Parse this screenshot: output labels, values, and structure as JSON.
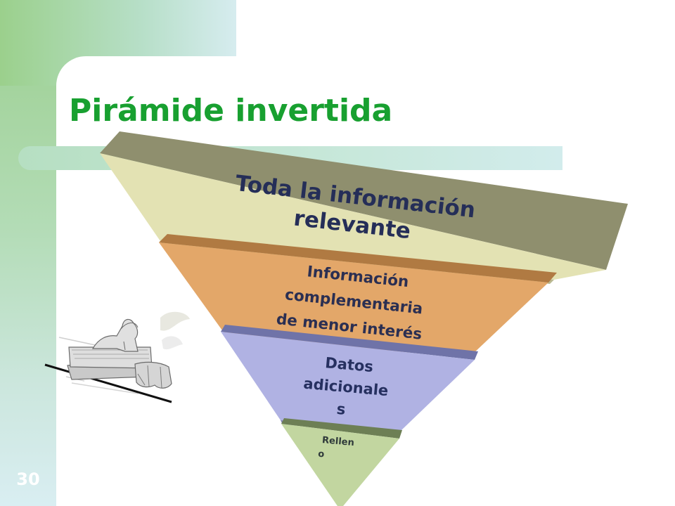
{
  "slide": {
    "title": "Pirámide invertida",
    "number": "30"
  },
  "pyramid": {
    "levels": [
      {
        "lines": [
          "Toda la información",
          "relevante"
        ]
      },
      {
        "lines": [
          "Información",
          "complementaria",
          "de menor interés"
        ]
      },
      {
        "lines": [
          "Datos",
          "adicionale",
          "s"
        ]
      },
      {
        "lines": [
          "Rellen",
          "o"
        ]
      }
    ]
  },
  "colors": {
    "title": "#18a030",
    "level_1": "#e3e2b3",
    "level_2": "#e3a769",
    "level_3": "#b0b2e3",
    "level_4": "#c2d6a0"
  },
  "clipart": {
    "icon": "sphinx-icon"
  }
}
